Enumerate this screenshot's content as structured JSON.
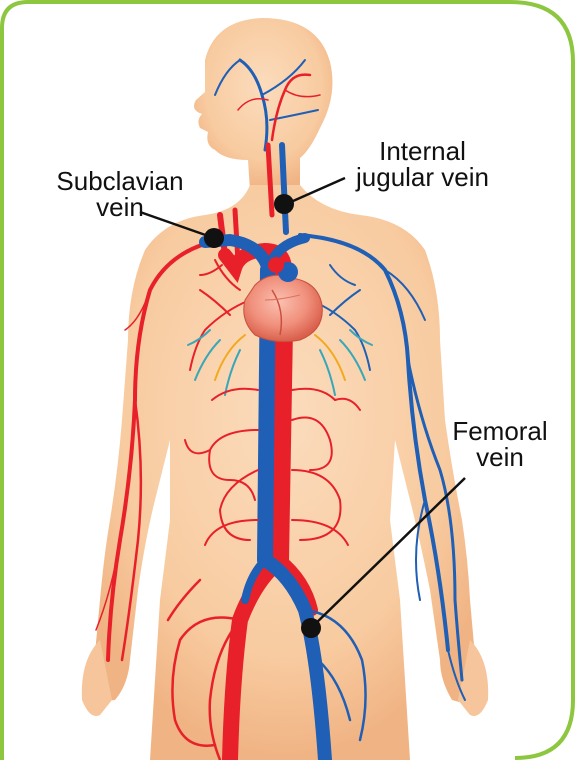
{
  "labels": {
    "subclavian": {
      "line1": "Subclavian",
      "line2": "vein"
    },
    "jugular": {
      "line1": "Internal",
      "line2": "jugular vein"
    },
    "femoral": {
      "line1": "Femoral",
      "line2": "vein"
    }
  },
  "colors": {
    "frame": "#8dc63f",
    "skin": "#f9cfa6",
    "skin_shade": "#f2b488",
    "artery": "#e8202a",
    "vein": "#1f5fb5",
    "capillary_teal": "#3aa6b9",
    "heart": "#f08a7a"
  }
}
